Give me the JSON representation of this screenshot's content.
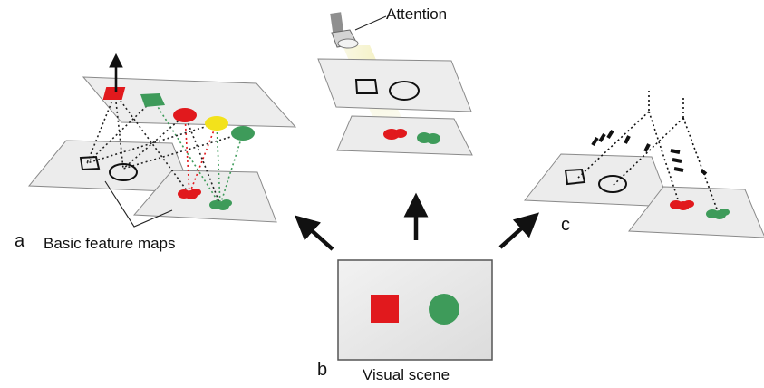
{
  "labels": {
    "attention": "Attention",
    "panel_a_letter": "a",
    "basic_feature_maps": "Basic feature maps",
    "panel_b_letter": "b",
    "visual_scene": "Visual scene",
    "panel_c_letter": "c"
  },
  "colors": {
    "red": "#e1191d",
    "green": "#3e9b5a",
    "yellow": "#f3e21b",
    "plane_fill": "#ececec",
    "plane_stroke": "#8a8a8a",
    "scene_fill": "#e8e8e8",
    "ink": "#111111"
  },
  "icons": {
    "attention": "spotlight-icon"
  }
}
